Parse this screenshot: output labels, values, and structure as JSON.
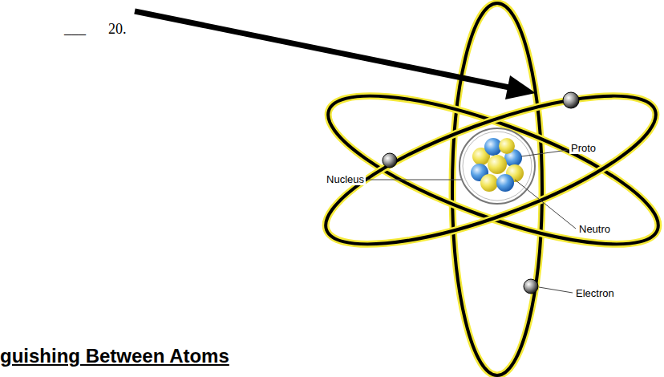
{
  "diagram": {
    "labels": [
      "___",
      "20.",
      "Nucleus",
      "Proto",
      "Neutro",
      "Electron",
      "guishing Between Atoms"
    ]
  }
}
